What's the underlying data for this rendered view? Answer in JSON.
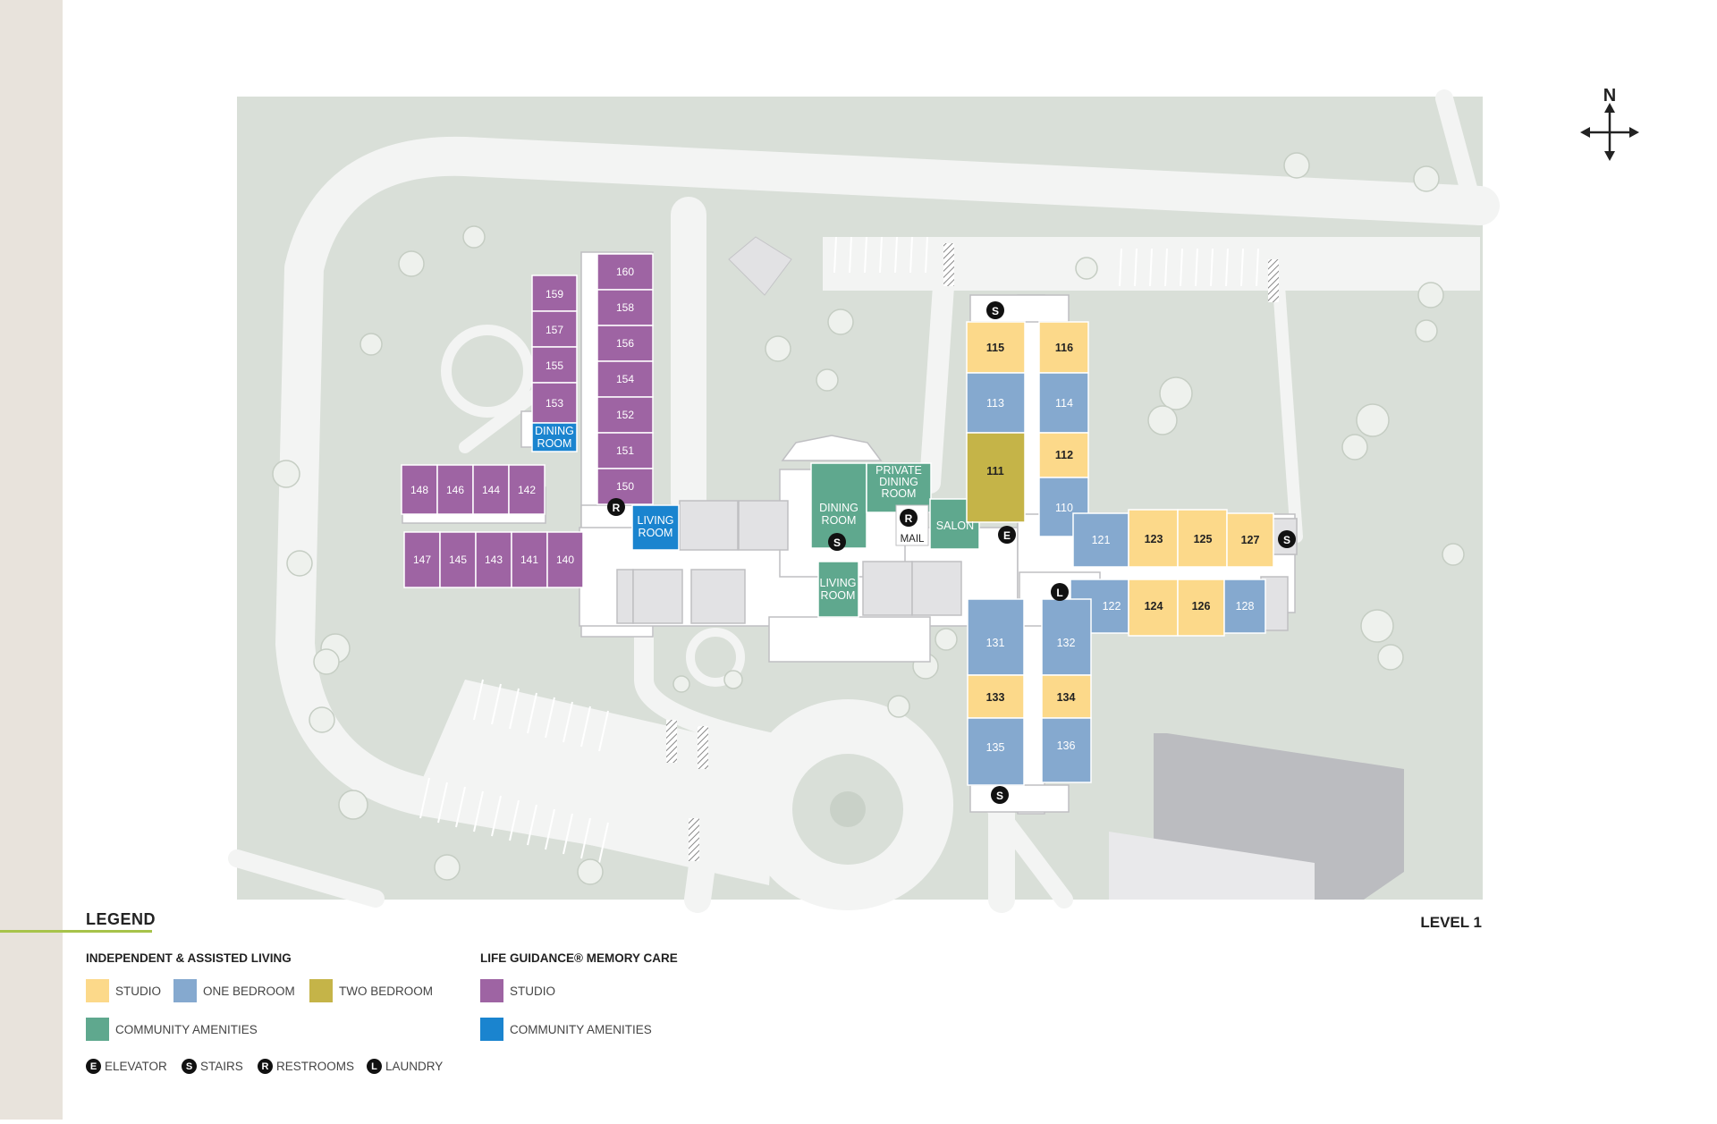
{
  "compass": {
    "label": "N"
  },
  "level": "LEVEL 1",
  "colors": {
    "studio": "#fcd98a",
    "one_bedroom": "#85a9cf",
    "two_bedroom": "#c5b448",
    "community": "#5fa88e",
    "memory_studio": "#9e64a3",
    "memory_community": "#1a84cf",
    "ground": "#d9dfd8",
    "path": "#f3f4f3",
    "building_gray": "#e2e2e4"
  },
  "rooms": {
    "r160": "160",
    "r159": "159",
    "r158": "158",
    "r157": "157",
    "r156": "156",
    "r155": "155",
    "r154": "154",
    "r153": "153",
    "r152": "152",
    "r151": "151",
    "r150": "150",
    "r148": "148",
    "r146": "146",
    "r144": "144",
    "r142": "142",
    "r147": "147",
    "r145": "145",
    "r143": "143",
    "r141": "141",
    "r140": "140",
    "r115": "115",
    "r116": "116",
    "r113": "113",
    "r114": "114",
    "r111": "111",
    "r112": "112",
    "r110": "110",
    "r121": "121",
    "r123": "123",
    "r125": "125",
    "r127": "127",
    "r122": "122",
    "r124": "124",
    "r126": "126",
    "r128": "128",
    "r131": "131",
    "r132": "132",
    "r133": "133",
    "r134": "134",
    "r135": "135",
    "r136": "136"
  },
  "amenities": {
    "memory_dining_1": "DINING",
    "memory_dining_2": "ROOM",
    "memory_living_1": "LIVING",
    "memory_living_2": "ROOM",
    "dining_1": "DINING",
    "dining_2": "ROOM",
    "private_1": "PRIVATE",
    "private_2": "DINING",
    "private_3": "ROOM",
    "salon": "SALON",
    "living_1": "LIVING",
    "living_2": "ROOM",
    "mail": "MAIL"
  },
  "symbols": {
    "elevator": "E",
    "stairs": "S",
    "restroom": "R",
    "laundry": "L"
  },
  "legend": {
    "title": "LEGEND",
    "group_independent": "INDEPENDENT & ASSISTED LIVING",
    "group_memory": "LIFE GUIDANCE® MEMORY CARE",
    "studio": "STUDIO",
    "one_bedroom": "ONE BEDROOM",
    "two_bedroom": "TWO BEDROOM",
    "community": "COMMUNITY AMENITIES",
    "memory_studio": "STUDIO",
    "memory_community": "COMMUNITY AMENITIES",
    "elevator": "ELEVATOR",
    "stairs": "STAIRS",
    "restrooms": "RESTROOMS",
    "laundry": "LAUNDRY"
  }
}
